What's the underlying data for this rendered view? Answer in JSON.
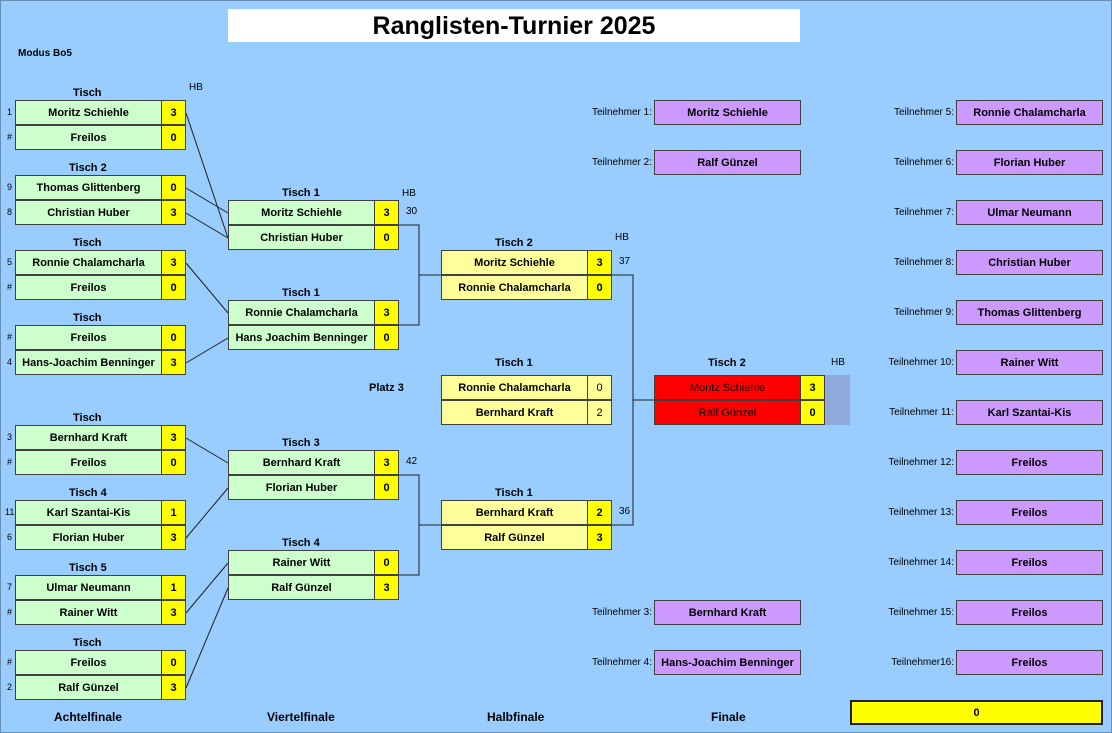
{
  "title": "Ranglisten-Turnier 2025",
  "modus": "Modus Bo5",
  "hb": "HB",
  "round_labels": {
    "r16": "Achtelfinale",
    "qf": "Viertelfinale",
    "sf": "Halbfinale",
    "final": "Finale"
  },
  "platz3_label": "Platz 3",
  "achtelfinale": [
    {
      "table": "Tisch",
      "seeds": [
        "1",
        "#"
      ],
      "players": [
        "Moritz Schiehle",
        "Freilos"
      ],
      "scores": [
        "3",
        "0"
      ]
    },
    {
      "table": "Tisch 2",
      "seeds": [
        "9",
        "8"
      ],
      "players": [
        "Thomas Glittenberg",
        "Christian Huber"
      ],
      "scores": [
        "0",
        "3"
      ]
    },
    {
      "table": "Tisch",
      "seeds": [
        "5",
        "#"
      ],
      "players": [
        "Ronnie Chalamcharla",
        "Freilos"
      ],
      "scores": [
        "3",
        "0"
      ]
    },
    {
      "table": "Tisch",
      "seeds": [
        "#",
        "4"
      ],
      "players": [
        "Freilos",
        "Hans-Joachim Benninger"
      ],
      "scores": [
        "0",
        "3"
      ]
    },
    {
      "table": "Tisch",
      "seeds": [
        "3",
        "#"
      ],
      "players": [
        "Bernhard Kraft",
        "Freilos"
      ],
      "scores": [
        "3",
        "0"
      ]
    },
    {
      "table": "Tisch 4",
      "seeds": [
        "11",
        "6"
      ],
      "players": [
        "Karl Szantai-Kis",
        "Florian Huber"
      ],
      "scores": [
        "1",
        "3"
      ]
    },
    {
      "table": "Tisch 5",
      "seeds": [
        "7",
        "#"
      ],
      "players": [
        "Ulmar Neumann",
        "Rainer Witt"
      ],
      "scores": [
        "1",
        "3"
      ]
    },
    {
      "table": "Tisch",
      "seeds": [
        "#",
        "2"
      ],
      "players": [
        "Freilos",
        "Ralf Günzel"
      ],
      "scores": [
        "0",
        "3"
      ]
    }
  ],
  "viertelfinale": [
    {
      "table": "Tisch 1",
      "players": [
        "Moritz Schiehle",
        "Christian Huber"
      ],
      "scores": [
        "3",
        "0"
      ],
      "note": "30"
    },
    {
      "table": "Tisch 1",
      "players": [
        "Ronnie Chalamcharla",
        "Hans Joachim Benninger"
      ],
      "scores": [
        "3",
        "0"
      ],
      "note": ""
    },
    {
      "table": "Tisch 3",
      "players": [
        "Bernhard Kraft",
        "Florian Huber"
      ],
      "scores": [
        "3",
        "0"
      ],
      "note": "42"
    },
    {
      "table": "Tisch 4",
      "players": [
        "Rainer Witt",
        "Ralf Günzel"
      ],
      "scores": [
        "0",
        "3"
      ],
      "note": ""
    }
  ],
  "halbfinale": [
    {
      "table": "Tisch 2",
      "players": [
        "Moritz Schiehle",
        "Ronnie Chalamcharla"
      ],
      "scores": [
        "3",
        "0"
      ],
      "note": "37"
    },
    {
      "table": "Tisch 1",
      "players": [
        "Bernhard Kraft",
        "Ralf Günzel"
      ],
      "scores": [
        "2",
        "3"
      ],
      "note": "36"
    }
  ],
  "platz3": {
    "table": "Tisch 1",
    "players": [
      "Ronnie Chalamcharla",
      "Bernhard Kraft"
    ],
    "scores": [
      "0",
      "2"
    ]
  },
  "finale": {
    "table": "Tisch 2",
    "players": [
      "Moritz Schiehle",
      "Ralf Günzel"
    ],
    "scores": [
      "3",
      "0"
    ]
  },
  "teilnehmer_left": [
    {
      "label": "Teilnehmer 1:",
      "name": "Moritz Schiehle"
    },
    {
      "label": "Teilnehmer 2:",
      "name": "Ralf Günzel"
    },
    {
      "label": "Teilnehmer 3:",
      "name": "Bernhard Kraft"
    },
    {
      "label": "Teilnehmer 4:",
      "name": "Hans-Joachim Benninger"
    }
  ],
  "teilnehmer_right": [
    {
      "label": "Teilnehmer 5:",
      "name": "Ronnie Chalamcharla"
    },
    {
      "label": "Teilnehmer 6:",
      "name": "Florian Huber"
    },
    {
      "label": "Teilnehmer 7:",
      "name": "Ulmar Neumann"
    },
    {
      "label": "Teilnehmer 8:",
      "name": "Christian Huber"
    },
    {
      "label": "Teilnehmer 9:",
      "name": "Thomas Glittenberg"
    },
    {
      "label": "Teilnehmer 10:",
      "name": "Rainer Witt"
    },
    {
      "label": "Teilnehmer 11:",
      "name": "Karl Szantai-Kis"
    },
    {
      "label": "Teilnehmer 12:",
      "name": "Freilos"
    },
    {
      "label": "Teilnehmer 13:",
      "name": "Freilos"
    },
    {
      "label": "Teilnehmer 14:",
      "name": "Freilos"
    },
    {
      "label": "Teilnehmer 15:",
      "name": "Freilos"
    },
    {
      "label": "Teilnehmer16:",
      "name": "Freilos"
    }
  ],
  "total_box": "0",
  "colors": {
    "background": "#99ccff",
    "r16_cell": "#ccffcc",
    "later_cell": "#ffff99",
    "score": "#ffff00",
    "participant": "#cc99ff",
    "final": "#ff0000"
  }
}
